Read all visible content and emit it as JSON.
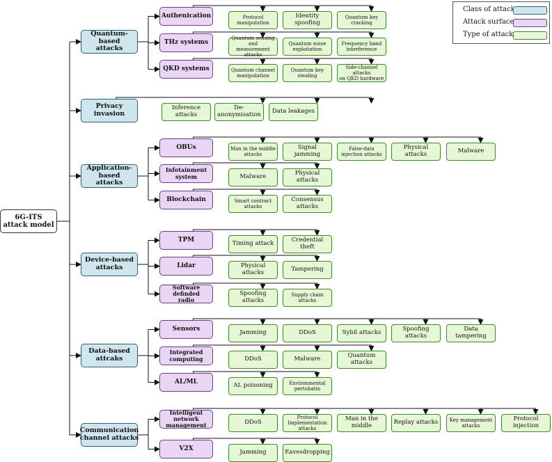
{
  "legend": {
    "class_label": "Class of attack",
    "surface_label": "Attack surfaces",
    "type_label": "Type of attacks"
  },
  "root": {
    "label": "6G-ITS\nattack model"
  },
  "classes": [
    {
      "label": "Quantum-based\nattacks",
      "surfaces": [
        {
          "label": "Authenication",
          "attacks": [
            "Protocol\nmanipulation",
            "Identity spoofing",
            "Quantum key\ncracking"
          ]
        },
        {
          "label": "THz systems",
          "attacks": [
            "Quantum sensing and\nmeasurement attacks",
            "Quantum noise\nexploitation",
            "Frequency band\ninterference"
          ]
        },
        {
          "label": "QKD systems",
          "attacks": [
            "Quantum channel\nmanipulation",
            "Quantum key\nstealing",
            "Side-channel attacks\non QKD hardware"
          ]
        }
      ]
    },
    {
      "label": "Privacy invasion",
      "attacks": [
        "Inference attacks",
        "De-anonymisation",
        "Data leakages"
      ]
    },
    {
      "label": "Application-based\nattacks",
      "surfaces": [
        {
          "label": "OBUs",
          "attacks": [
            "Man in the middle\nattacks",
            "Signal jamming",
            "False-data\ninjection attacks",
            "Physical attacks",
            "Malware"
          ]
        },
        {
          "label": "Infotainment\nsystem",
          "attacks": [
            "Malware",
            "Physical attacks"
          ]
        },
        {
          "label": "Blockchain",
          "attacks": [
            "Smart contract\nattacks",
            "Consensus attacks"
          ]
        }
      ]
    },
    {
      "label": "Device-based\nattacks",
      "surfaces": [
        {
          "label": "TPM",
          "attacks": [
            "Timing attack",
            "Credential theft"
          ]
        },
        {
          "label": "Lidar",
          "attacks": [
            "Physical attacks",
            "Tampering"
          ]
        },
        {
          "label": "Software definded\nradio",
          "attacks": [
            "Spoofing attacks",
            "Supply chain\nattacks"
          ]
        }
      ]
    },
    {
      "label": "Data-based attcaks",
      "surfaces": [
        {
          "label": "Sensors",
          "attacks": [
            "Jamming",
            "DDoS",
            "Sybil attacks",
            "Spoofing attacks",
            "Data tampering"
          ]
        },
        {
          "label": "Integrated\ncomputing",
          "attacks": [
            "DDoS",
            "Malware",
            "Quantum attacks"
          ]
        },
        {
          "label": "AL/ML",
          "attacks": [
            "AL poisoning",
            "Environmental\npertubatin"
          ]
        }
      ]
    },
    {
      "label": "Communication\nchannel attacks",
      "surfaces": [
        {
          "label": "Intelligent network\nmanagement",
          "attacks": [
            "DDoS",
            "Protocol\nImplementation\nattacks",
            "Man in the middle",
            "Replay attacks",
            "Key management\nattacks",
            "Protocol injection"
          ]
        },
        {
          "label": "V2X",
          "attacks": [
            "Jamming",
            "Eavesdropping"
          ]
        }
      ]
    }
  ],
  "colors": {
    "class_fill": "#cfe6ef",
    "class_border": "#2e5f73",
    "surface_fill": "#ead5f4",
    "surface_border": "#6b3f83",
    "attack_fill": "#e6f7d6",
    "attack_border": "#3f8a26",
    "line": "#111111"
  }
}
